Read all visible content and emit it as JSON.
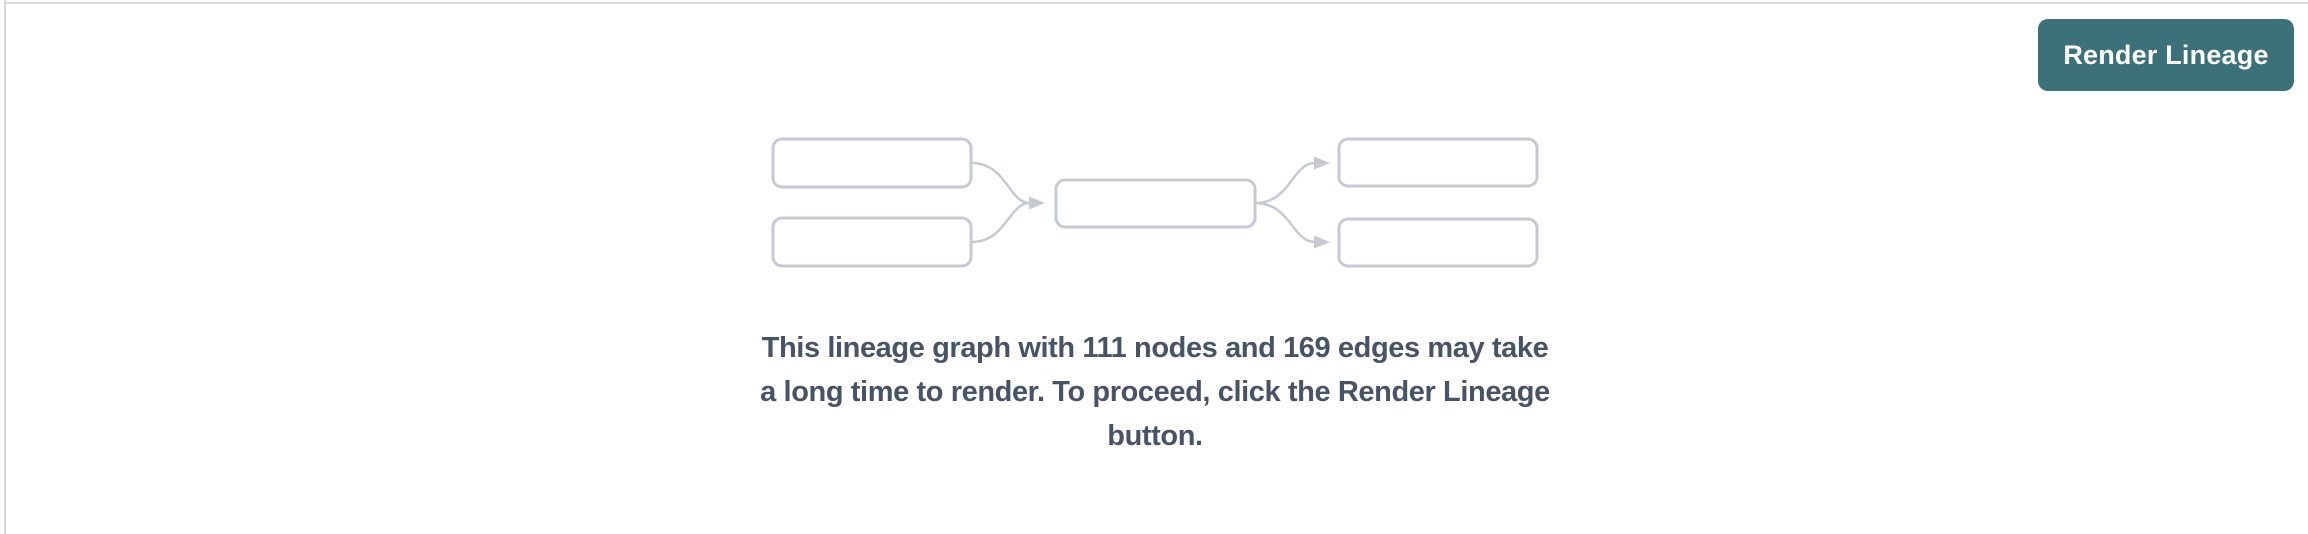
{
  "panel": {
    "background_color": "#ffffff",
    "border_color": "#d8d8dc"
  },
  "toolbar": {
    "render_lineage_button": {
      "label": "Render Lineage",
      "background_color": "#3c717a",
      "text_color": "#ffffff"
    }
  },
  "empty_state": {
    "illustration_name": "lineage-graph-placeholder",
    "illustration_colors": {
      "node_border": "#c5cad3",
      "node_fill": "#ffffff",
      "connector": "#c5cad3"
    },
    "node_count": 111,
    "edge_count": 169,
    "text_color": "#495366",
    "message_lines": [
      "This lineage graph with 111 nodes and 169 edges may take",
      "a long time to render. To proceed, click the Render Lineage",
      "button."
    ],
    "message_full": "This lineage graph with 111 nodes and 169 edges may take a long time to render. To proceed, click the Render Lineage button."
  }
}
